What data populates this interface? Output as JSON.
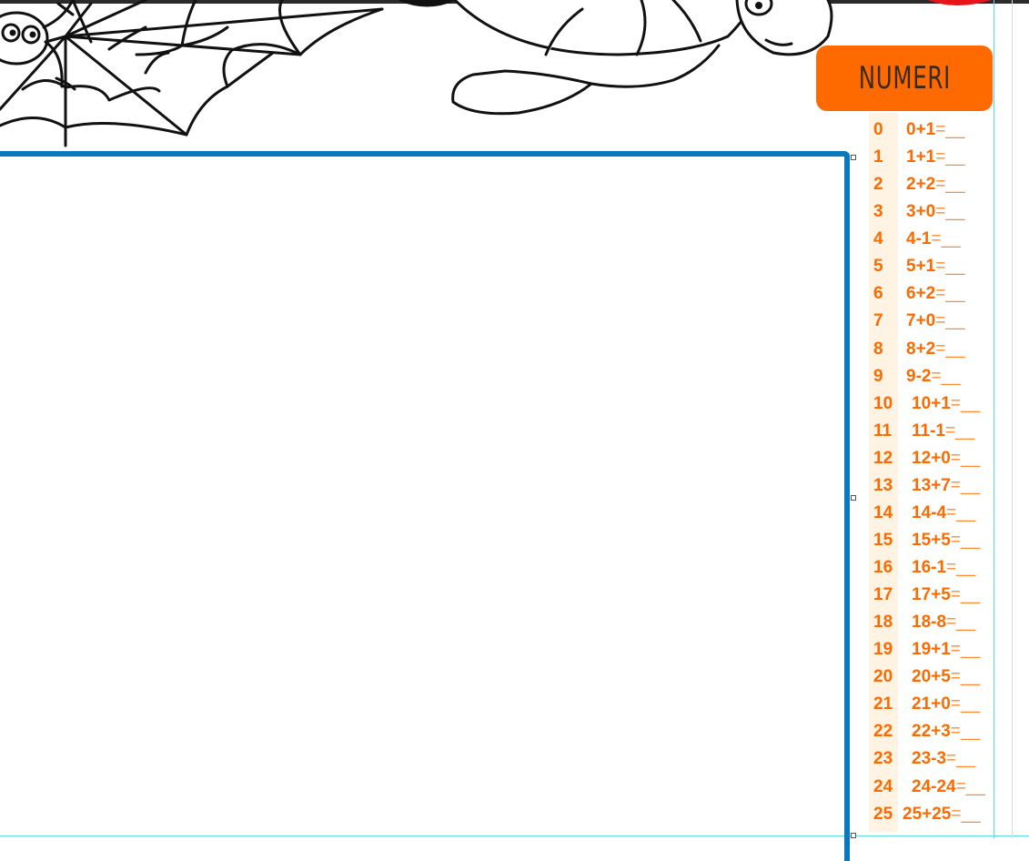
{
  "badge": {
    "title": "NUMERI"
  },
  "numbers": [
    {
      "n": "0",
      "expr": "0+1",
      "blank": "=__"
    },
    {
      "n": "1",
      "expr": "1+1",
      "blank": "=__"
    },
    {
      "n": "2",
      "expr": "2+2",
      "blank": "=__"
    },
    {
      "n": "3",
      "expr": "3+0",
      "blank": "=__"
    },
    {
      "n": "4",
      "expr": "4-1",
      "blank": "=__"
    },
    {
      "n": "5",
      "expr": "5+1",
      "blank": "=__"
    },
    {
      "n": "6",
      "expr": "6+2",
      "blank": "=__"
    },
    {
      "n": "7",
      "expr": "7+0",
      "blank": "=__"
    },
    {
      "n": "8",
      "expr": "8+2",
      "blank": "=__"
    },
    {
      "n": "9",
      "expr": "9-2",
      "blank": "=__"
    },
    {
      "n": "10",
      "expr": "10+1",
      "blank": "=__"
    },
    {
      "n": "11",
      "expr": "11-1",
      "blank": "=__"
    },
    {
      "n": "12",
      "expr": "12+0",
      "blank": "=__"
    },
    {
      "n": "13",
      "expr": "13+7",
      "blank": "=__"
    },
    {
      "n": "14",
      "expr": "14-4",
      "blank": "=__"
    },
    {
      "n": "15",
      "expr": "15+5",
      "blank": "=__"
    },
    {
      "n": "16",
      "expr": "16-1",
      "blank": "=__"
    },
    {
      "n": "17",
      "expr": "17+5",
      "blank": "=__"
    },
    {
      "n": "18",
      "expr": "18-8",
      "blank": "=__"
    },
    {
      "n": "19",
      "expr": "19+1",
      "blank": "=__"
    },
    {
      "n": "20",
      "expr": "20+5",
      "blank": "=__"
    },
    {
      "n": "21",
      "expr": "21+0",
      "blank": "=__"
    },
    {
      "n": "22",
      "expr": "22+3",
      "blank": "=__"
    },
    {
      "n": "23",
      "expr": "23-3",
      "blank": "=__"
    },
    {
      "n": "24",
      "expr": "24-24",
      "blank": "=__"
    },
    {
      "n": "25",
      "expr": "25+25",
      "blank": "=__"
    }
  ],
  "colors": {
    "accent": "#ff6a00",
    "frame": "#0a78bd",
    "guide": "#5fd8e6"
  },
  "icons": [
    "spider-icon",
    "spiderweb-icon",
    "turtle-icon"
  ]
}
